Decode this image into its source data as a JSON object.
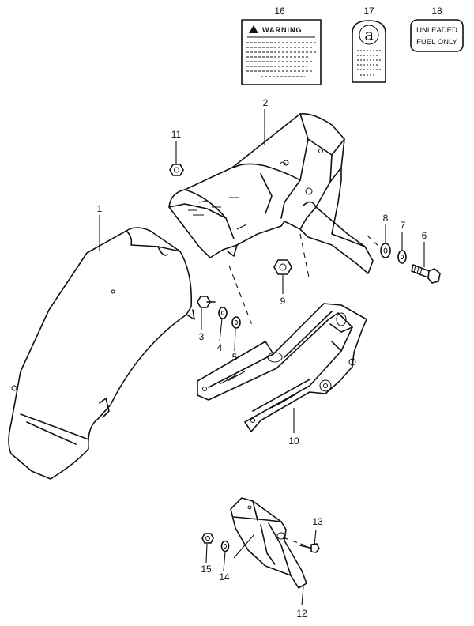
{
  "callouts": [
    {
      "id": "1",
      "part": "rear-fender"
    },
    {
      "id": "2",
      "part": "rear-fender-cover"
    },
    {
      "id": "3",
      "part": "bolt"
    },
    {
      "id": "4",
      "part": "washer"
    },
    {
      "id": "5",
      "part": "washer"
    },
    {
      "id": "6",
      "part": "bolt"
    },
    {
      "id": "7",
      "part": "washer"
    },
    {
      "id": "8",
      "part": "washer"
    },
    {
      "id": "9",
      "part": "nut"
    },
    {
      "id": "10",
      "part": "fender-brace"
    },
    {
      "id": "11",
      "part": "nut"
    },
    {
      "id": "12",
      "part": "bracket"
    },
    {
      "id": "13",
      "part": "bolt"
    },
    {
      "id": "14",
      "part": "washer"
    },
    {
      "id": "15",
      "part": "nut"
    },
    {
      "id": "16",
      "part": "warning-label"
    },
    {
      "id": "17",
      "part": "caution-label"
    },
    {
      "id": "18",
      "part": "fuel-label"
    }
  ],
  "labels": {
    "warning_title": "WARNING",
    "caution_letter": "a",
    "fuel_line1": "UNLEADED",
    "fuel_line2": "FUEL ONLY"
  },
  "colors": {
    "line": "#111111",
    "background": "#ffffff"
  }
}
